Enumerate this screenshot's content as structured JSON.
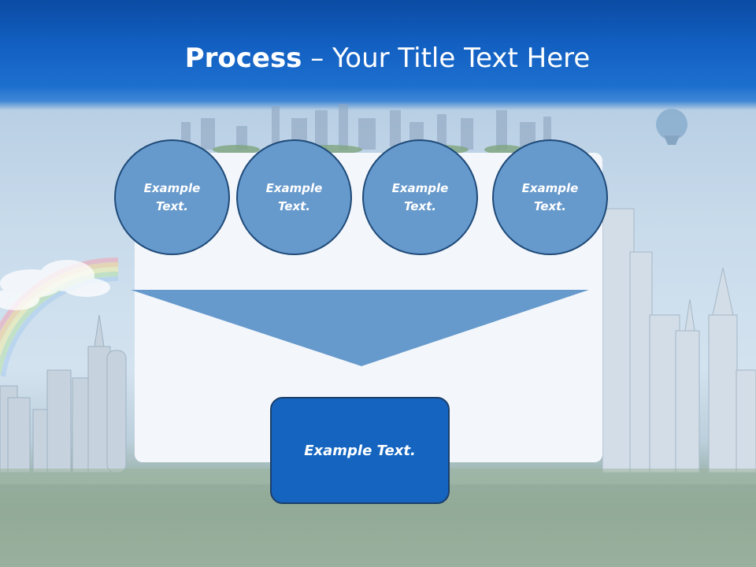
{
  "slide": {
    "title_bold": "Process",
    "title_rest": " – Your Title Text Here",
    "circles": [
      {
        "line1": "Example",
        "line2": "Text."
      },
      {
        "line1": "Example",
        "line2": "Text."
      },
      {
        "line1": "Example",
        "line2": "Text."
      },
      {
        "line1": "Example",
        "line2": "Text."
      }
    ],
    "result_text": "Example Text."
  },
  "colors": {
    "title_band": "#1260c2",
    "circle_fill": "#6699cc",
    "circle_border": "#1f4a78",
    "funnel_fill": "#6699cc",
    "result_fill": "#1565c0",
    "panel_fill": "#f3f7fb"
  }
}
